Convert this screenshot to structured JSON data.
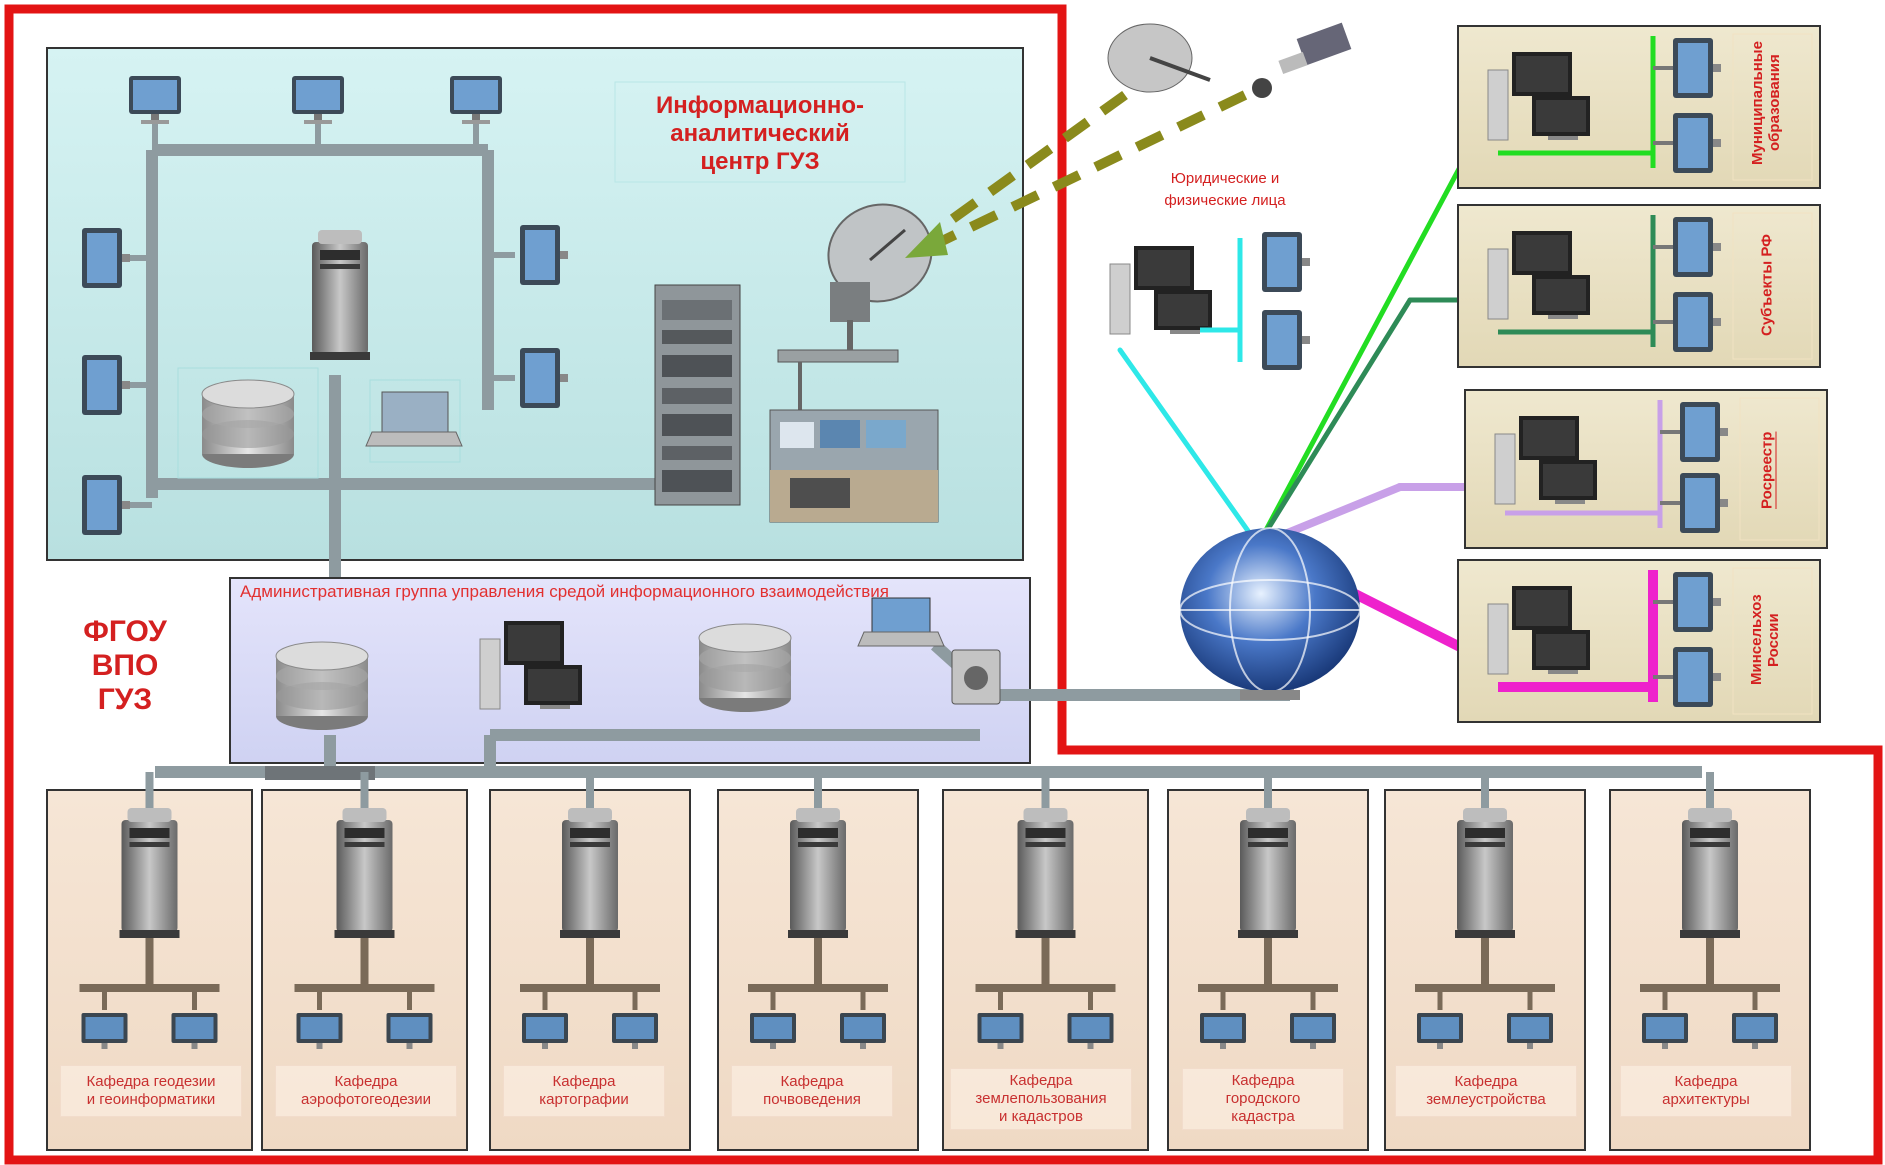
{
  "info_center": {
    "title": "Информационно-\nаналитический\nцентр ГУЗ"
  },
  "org": {
    "label": "ФГОУ\nВПО\nГУЗ"
  },
  "admin_group": {
    "title": "Административная группа управления  средой информационного взаимодействия"
  },
  "clients": {
    "label": "Юридические и\nфизические лица"
  },
  "external_orgs": [
    {
      "label": "Муниципальные\nобразования",
      "color": "#22dd22"
    },
    {
      "label": "Субъекты РФ",
      "color": "#2e8b57"
    },
    {
      "label": "Росреестр",
      "color": "#c8a0e8"
    },
    {
      "label": "Минсельхоз\nРоссии",
      "color": "#ee22cc"
    }
  ],
  "departments": [
    {
      "label": "Кафедра геодезии\nи геоинформатики"
    },
    {
      "label": "Кафедра\nаэрофотогеодезии"
    },
    {
      "label": "Кафедра\nкартографии"
    },
    {
      "label": "Кафедра\nпочвоведения"
    },
    {
      "label": "Кафедра\nземлепользования\nи кадастров"
    },
    {
      "label": "Кафедра\nгородского\nкадастра"
    },
    {
      "label": "Кафедра\nземлеустройства"
    },
    {
      "label": "Кафедра\nархитектуры"
    }
  ],
  "colors": {
    "boundary": "#e31414",
    "network": "#8e9ba0",
    "info_center_bg": "#c8ecec",
    "admin_bg": "#dcdcf8",
    "dept_bg": "#f3e1d0",
    "satellite_link": "#8a8a1c",
    "client_link": "#2ee8e8"
  },
  "icons": [
    "monitor-icon",
    "server-tower-icon",
    "database-icon",
    "laptop-icon",
    "satellite-dish-icon",
    "satellite-icon",
    "globe-icon",
    "server-rack-icon"
  ]
}
